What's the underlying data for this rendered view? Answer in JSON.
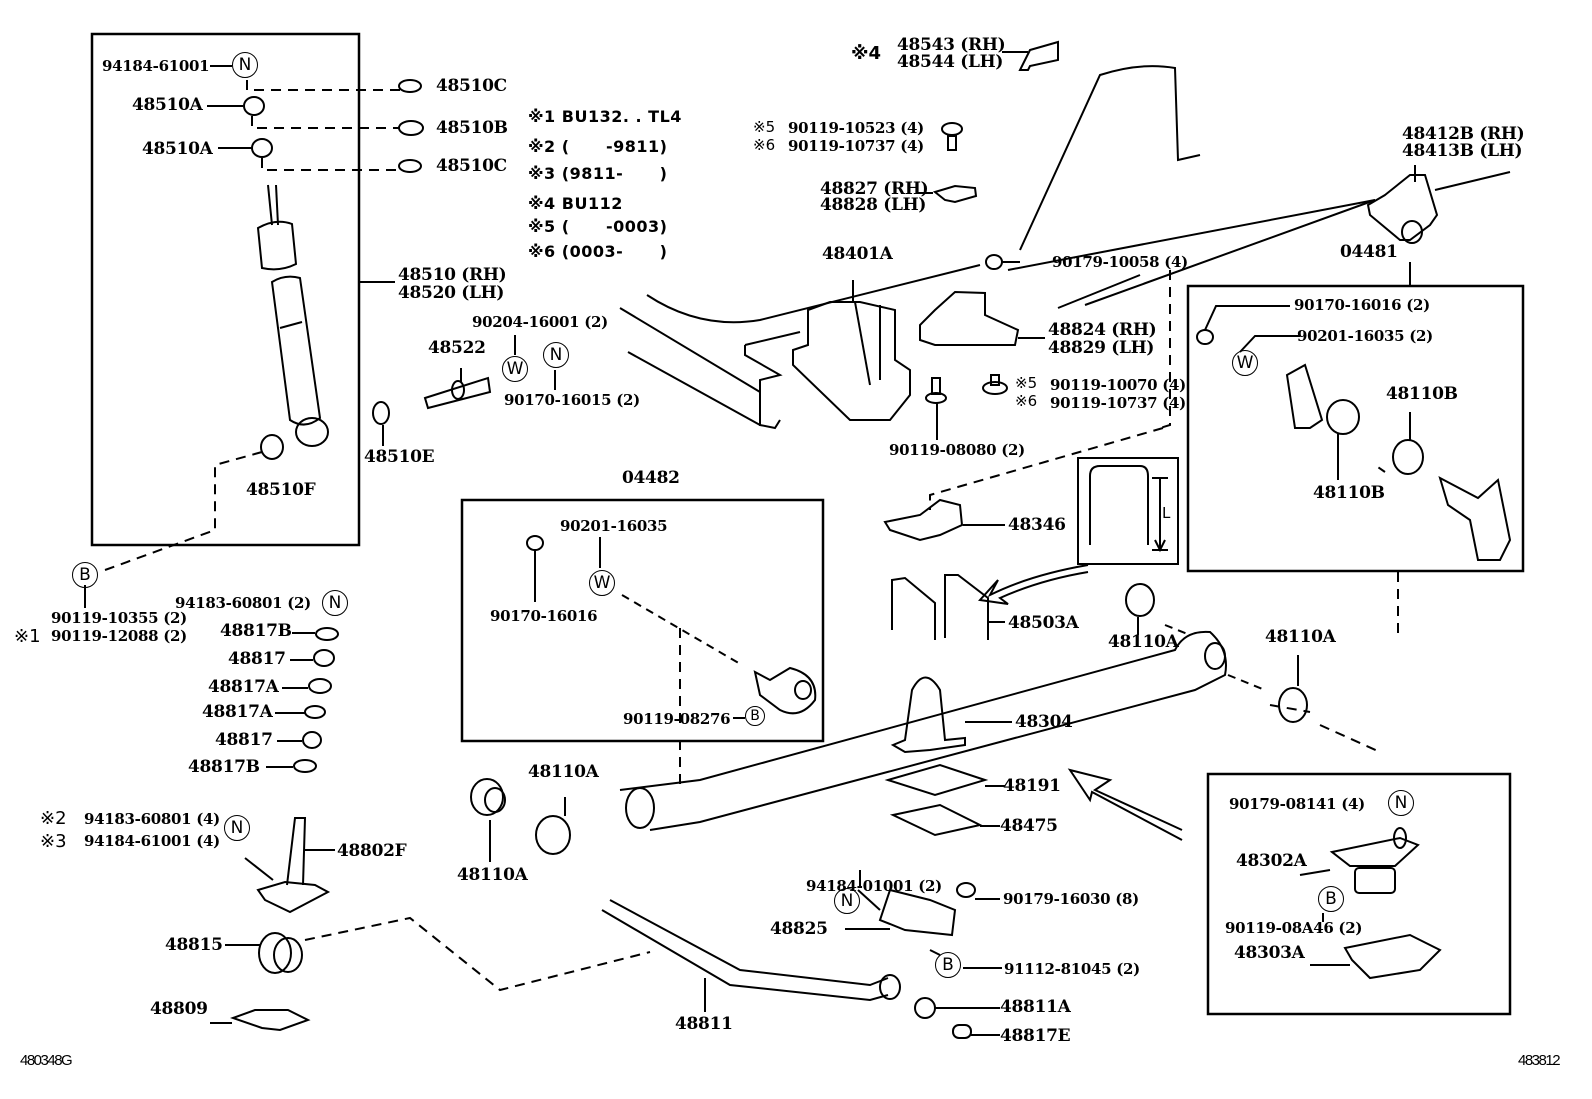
{
  "diagram": {
    "title_code_left": "480348G",
    "title_code_right": "483812",
    "symbol_mark": "※",
    "notes": [
      {
        "mark": "※1",
        "text": "BU132. . TL4"
      },
      {
        "mark": "※2",
        "text": "(      -9811)"
      },
      {
        "mark": "※3",
        "text": "(9811-      )"
      },
      {
        "mark": "※4",
        "text": "BU112"
      },
      {
        "mark": "※5",
        "text": "(      -0003)"
      },
      {
        "mark": "※6",
        "text": "(0003-      )"
      }
    ],
    "callout_symbols": {
      "nut": "N",
      "washer": "W",
      "bolt": "B"
    },
    "groups": {
      "shock_absorber": {
        "assembly": [
          "48510 (RH)",
          "48520 (LH)"
        ],
        "parts": [
          "94184-61001",
          "48510A",
          "48510A",
          "48510C",
          "48510B",
          "48510C",
          "48510F",
          "48510E",
          "48522",
          "90204-16001 (2)",
          "90170-16015 (2)"
        ]
      },
      "kit_04482": {
        "label": "04482",
        "parts": [
          "90201-16035",
          "90170-16016",
          "90119-08276"
        ]
      },
      "kit_04481": {
        "label": "04481",
        "parts": [
          "90170-16016 (2)",
          "90201-16035 (2)",
          "48110B",
          "48110B"
        ]
      },
      "bumper_box": {
        "parts": [
          "90179-08141 (4)",
          "48302A",
          "90119-08A46 (2)",
          "48303A"
        ]
      }
    },
    "labels": {
      "n_94184_61001": "94184-61001",
      "p48510A_1": "48510A",
      "p48510A_2": "48510A",
      "p48510C_1": "48510C",
      "p48510B": "48510B",
      "p48510C_2": "48510C",
      "p48510_rh": "48510 (RH)",
      "p48520_lh": "48520 (LH)",
      "p48510F": "48510F",
      "p48510E": "48510E",
      "p48522": "48522",
      "w_90204": "90204-16001 (2)",
      "n_90170_16015": "90170-16015 (2)",
      "b_90119_10355": "90119-10355 (2)",
      "b_90119_12088": "90119-12088 (2)",
      "note1_mark": "※1",
      "n_94183_60801_2": "94183-60801 (2)",
      "p48817B_1": "48817B",
      "p48817_1": "48817",
      "p48817A_1": "48817A",
      "p48817A_2": "48817A",
      "p48817_2": "48817",
      "p48817B_2": "48817B",
      "note2_mark": "※2",
      "note3_mark": "※3",
      "n_94183_60801_4": "94183-60801 (4)",
      "n_94184_61001_4": "94184-61001 (4)",
      "p48802F": "48802F",
      "p48815": "48815",
      "p48809": "48809",
      "p48811": "48811",
      "p48110A_bl1": "48110A",
      "p48110A_bl2": "48110A",
      "kit04482": "04482",
      "k2_90201": "90201-16035",
      "k2_90170": "90170-16016",
      "k2_90119": "90119-08276",
      "note4_mark": "※4",
      "p48543": "48543 (RH)",
      "p48544": "48544 (LH)",
      "note5_mark_a": "※5",
      "note6_mark_a": "※6",
      "b_90119_10523": "90119-10523 (4)",
      "b_90119_10737_a": "90119-10737 (4)",
      "p48827": "48827 (RH)",
      "p48828": "48828 (LH)",
      "p48401A": "48401A",
      "n_90179_10058": "90179-10058 (4)",
      "p48824": "48824 (RH)",
      "p48829": "48829 (LH)",
      "note5_mark_b": "※5",
      "note6_mark_b": "※6",
      "b_90119_10070": "90119-10070 (4)",
      "b_90119_10737_b": "90119-10737 (4)",
      "b_90119_08080": "90119-08080 (2)",
      "p48412B": "48412B (RH)",
      "p48413B": "48413B (LH)",
      "kit04481": "04481",
      "k1_90170": "90170-16016 (2)",
      "k1_90201": "90201-16035 (2)",
      "p48110B_1": "48110B",
      "p48110B_2": "48110B",
      "p48346": "48346",
      "ubolt_L": "L",
      "p48503A": "48503A",
      "p48110A_m": "48110A",
      "p48110A_r": "48110A",
      "p48304": "48304",
      "p48191": "48191",
      "p48475": "48475",
      "n_94184_01001": "94184-01001 (2)",
      "p48825": "48825",
      "n_90179_16030": "90179-16030 (8)",
      "b_91112_81045": "91112-81045 (2)",
      "p48811A": "48811A",
      "p48817E": "48817E",
      "bx_90179_08141": "90179-08141 (4)",
      "p48302A": "48302A",
      "bx_90119_08A46": "90119-08A46 (2)",
      "p48303A": "48303A"
    }
  }
}
